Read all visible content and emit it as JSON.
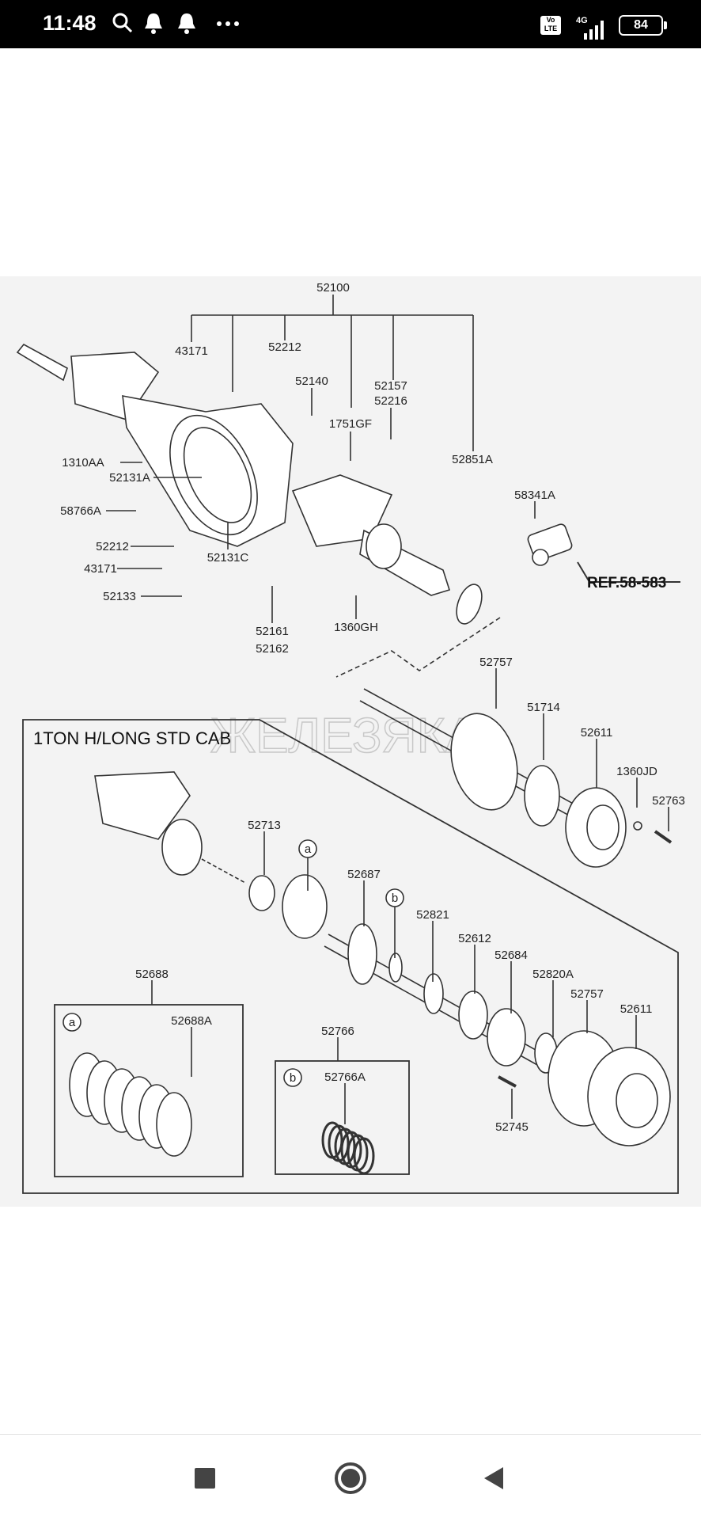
{
  "status_bar": {
    "time": "11:48",
    "icons": [
      "search-icon",
      "notification-bell-icon",
      "notification-bell-icon",
      "more-dots-icon"
    ],
    "volte": "Vo LTE",
    "network": "4G",
    "battery": "84"
  },
  "diagram": {
    "inset_title": "1TON H/LONG STD CAB",
    "watermark": "ЖЕЛЕЗЯКА",
    "ref_label": "REF.58-583",
    "part_labels": [
      "52100",
      "43171",
      "52212",
      "52140",
      "52157",
      "52216",
      "1751GF",
      "52851A",
      "1310AA",
      "52131A",
      "58766A",
      "58341A",
      "52212",
      "52131C",
      "43171",
      "52133",
      "52161",
      "52162",
      "1360GH",
      "52757",
      "51714",
      "52611",
      "1360JD",
      "52763",
      "52713",
      "52687",
      "52821",
      "52612",
      "52684",
      "52688",
      "52820A",
      "52757",
      "52611",
      "52688A",
      "52766",
      "52766A",
      "52745"
    ],
    "callouts": [
      "a",
      "b",
      "a",
      "b"
    ],
    "line_color": "#333333",
    "background_color": "#f3f3f3"
  },
  "nav_bar": {
    "icons": [
      "recent-apps-square-icon",
      "home-circle-icon",
      "back-triangle-icon"
    ]
  }
}
